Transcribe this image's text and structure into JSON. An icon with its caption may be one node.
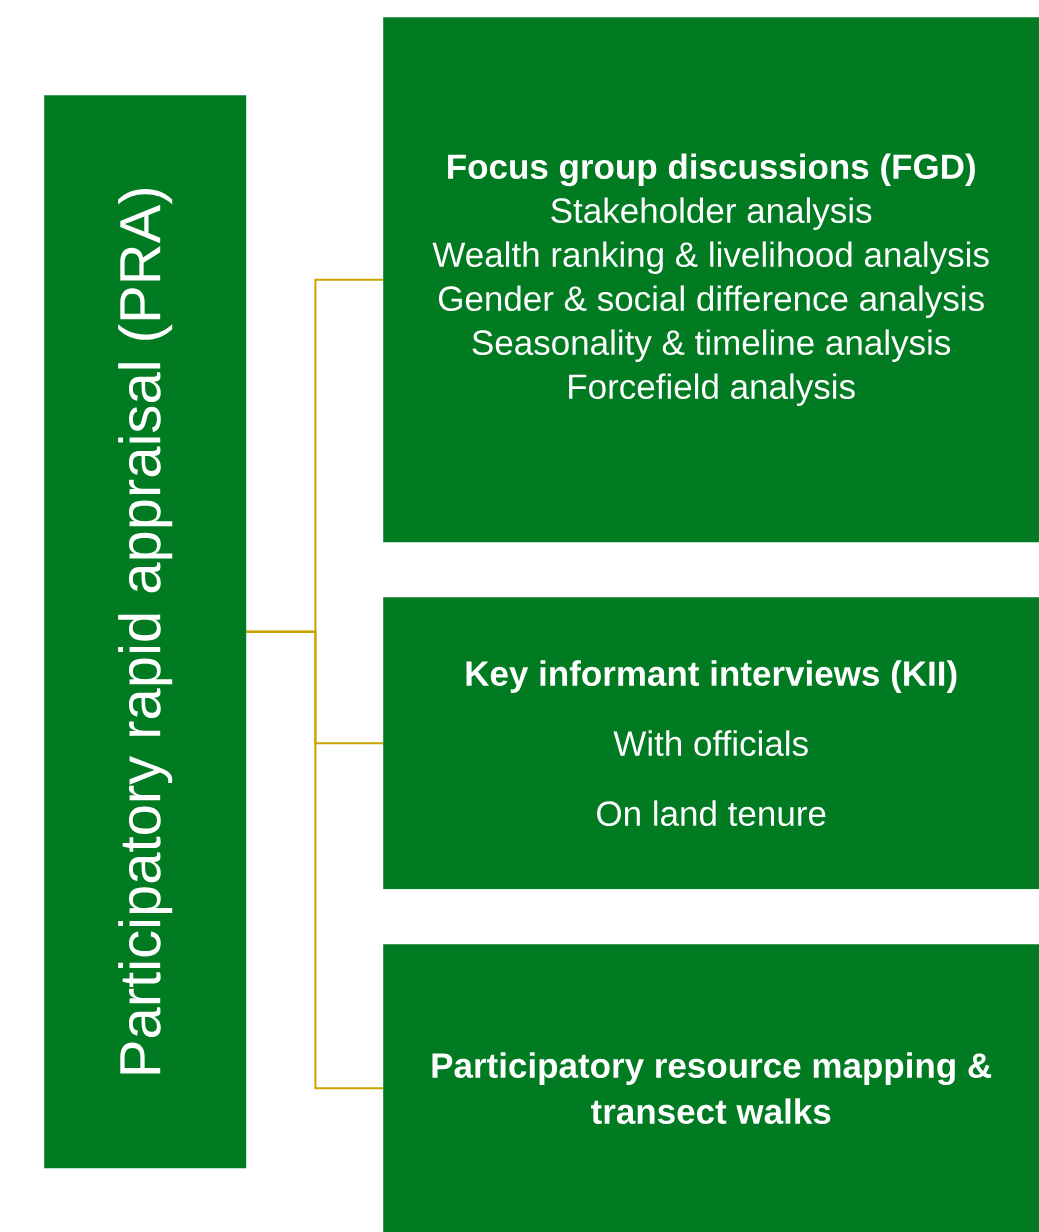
{
  "diagram": {
    "nodes": [
      {
        "text": [
          "Participatory rapid appraisal (PRA)"
        ]
      },
      {
        "text": [
          "Focus group discussions (FGD)",
          "Stakeholder analysis",
          "Wealth ranking & livelihood analysis",
          "Gender & social difference analysis",
          "Seasonality & timeline analysis",
          "Forcefield analysis"
        ]
      },
      {
        "text": [
          "Key informant interviews (KII)",
          "With officials",
          "On land tenure"
        ]
      },
      {
        "text": [
          "Participatory resource mapping & transect walks"
        ]
      }
    ],
    "edges": [
      {
        "from": 0,
        "to": 1,
        "arrow": "none"
      },
      {
        "from": 0,
        "to": 2,
        "arrow": "none"
      },
      {
        "from": 0,
        "to": 3,
        "arrow": "none"
      }
    ]
  }
}
